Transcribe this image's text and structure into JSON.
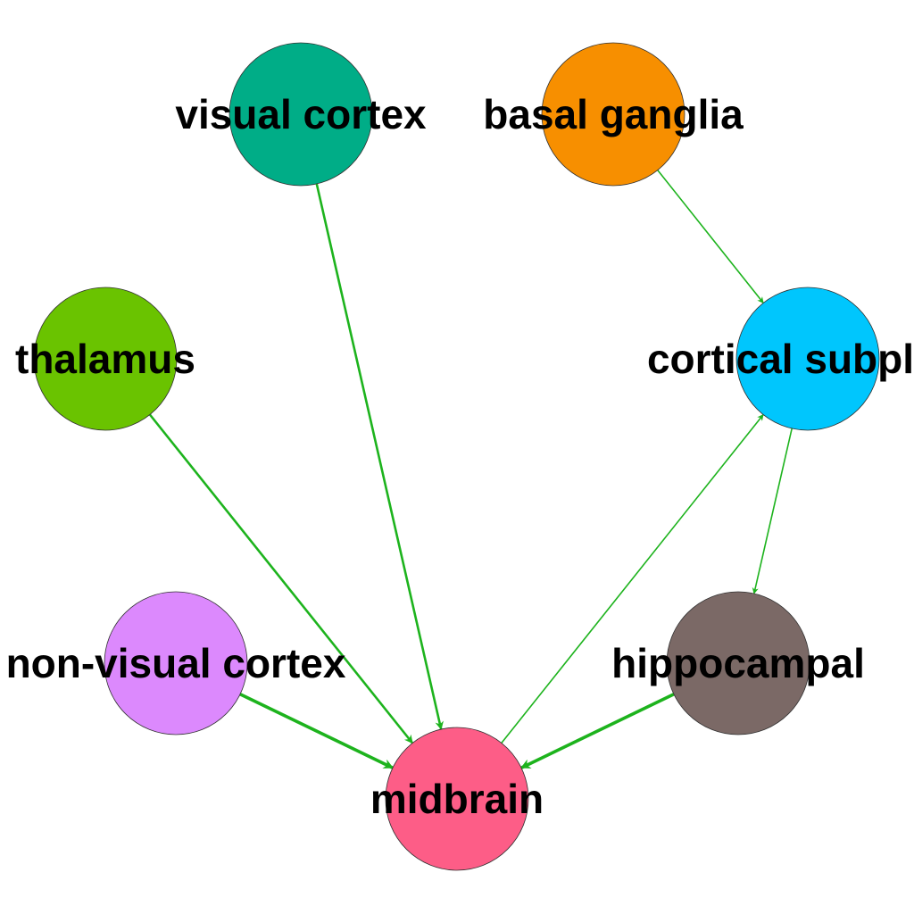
{
  "colors": {
    "edge": "#1db31d",
    "background": "#ffffff",
    "label": "#000000"
  },
  "nodes": [
    {
      "id": "visual_cortex",
      "label": "visual cortex",
      "color": "#00ad87"
    },
    {
      "id": "basal_ganglia",
      "label": "basal ganglia",
      "color": "#f78f00"
    },
    {
      "id": "thalamus",
      "label": "thalamus",
      "color": "#6ac300"
    },
    {
      "id": "cortical_subplate",
      "label": "cortical subpl",
      "color": "#00c6fd"
    },
    {
      "id": "non_visual_cortex",
      "label": "non-visual cortex",
      "color": "#dc89fd"
    },
    {
      "id": "hippocampal",
      "label": "hippocampal",
      "color": "#7b6966"
    },
    {
      "id": "midbrain",
      "label": "midbrain",
      "color": "#fd5d87"
    }
  ],
  "edges": [
    {
      "from": "visual_cortex",
      "to": "midbrain",
      "weight": "medium"
    },
    {
      "from": "thalamus",
      "to": "midbrain",
      "weight": "medium"
    },
    {
      "from": "non_visual_cortex",
      "to": "midbrain",
      "weight": "thick"
    },
    {
      "from": "hippocampal",
      "to": "midbrain",
      "weight": "thick"
    },
    {
      "from": "midbrain",
      "to": "cortical_subplate",
      "weight": "thin"
    },
    {
      "from": "basal_ganglia",
      "to": "cortical_subplate",
      "weight": "thin"
    },
    {
      "from": "cortical_subplate",
      "to": "hippocampal",
      "weight": "thin"
    }
  ]
}
